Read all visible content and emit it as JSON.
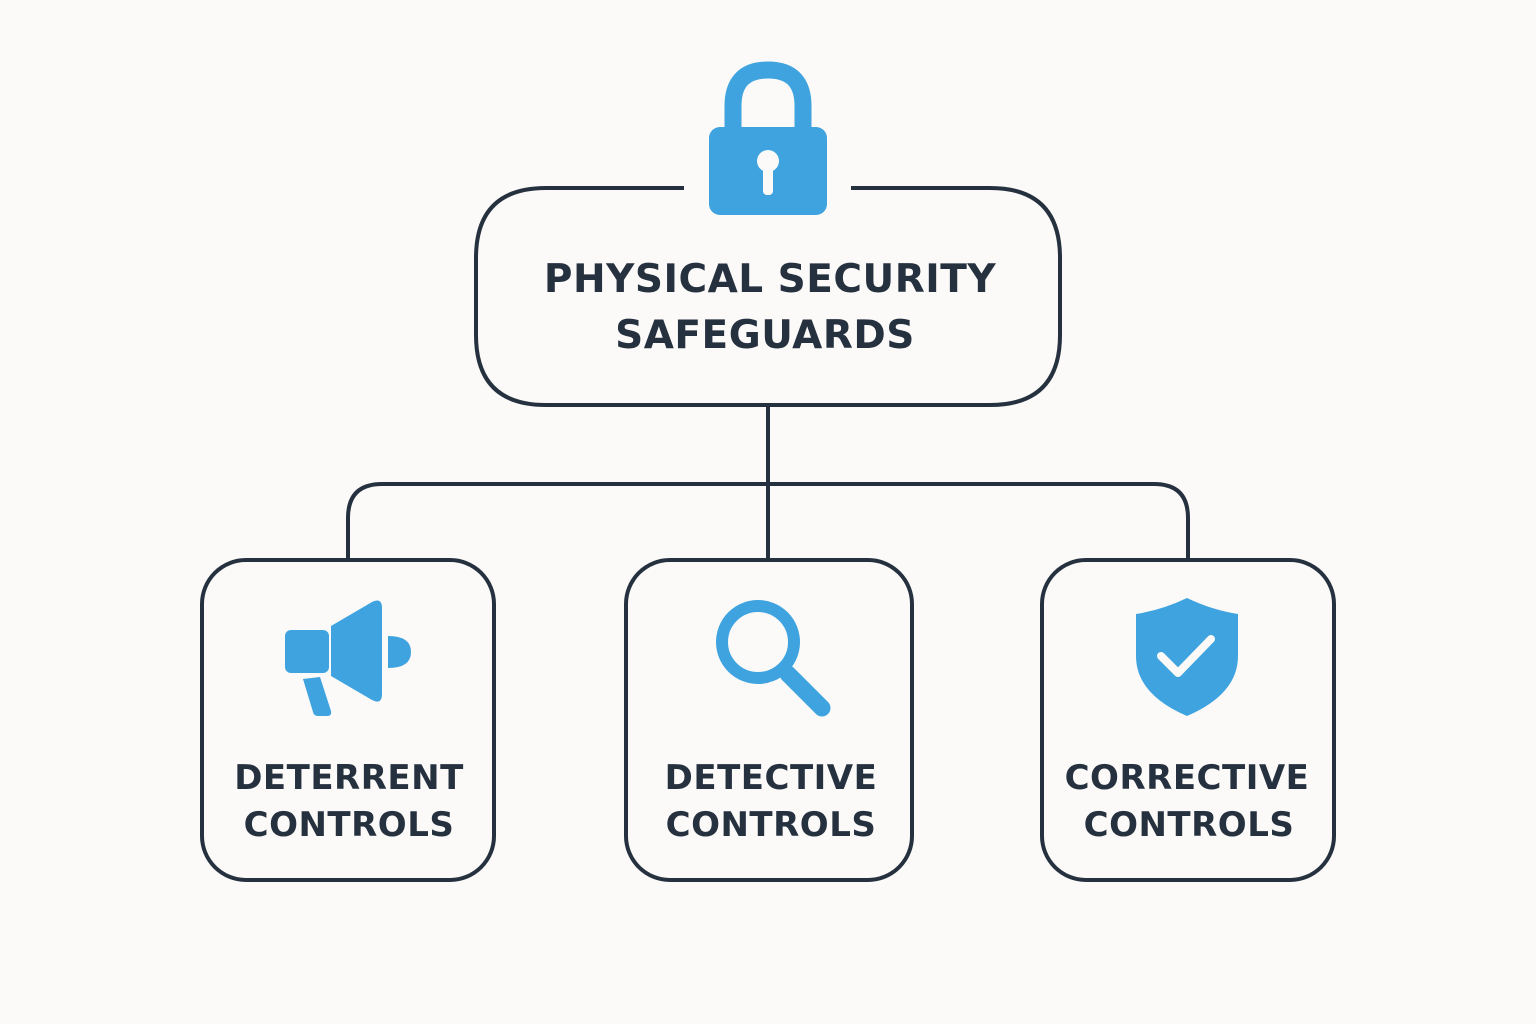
{
  "colors": {
    "background": "#fbfaf8",
    "stroke": "#263140",
    "text": "#263140",
    "icon": "#3fa3df"
  },
  "root": {
    "icon": "padlock-icon",
    "label_line1": "PHYSICAL SECURITY",
    "label_line2": "SAFEGUARDS"
  },
  "children": [
    {
      "icon": "megaphone-icon",
      "label_line1": "DETERRENT",
      "label_line2": "CONTROLS"
    },
    {
      "icon": "magnifier-icon",
      "label_line1": "DETECTIVE",
      "label_line2": "CONTROLS"
    },
    {
      "icon": "shield-check-icon",
      "label_line1": "CORRECTIVE",
      "label_line2": "CONTROLS"
    }
  ]
}
